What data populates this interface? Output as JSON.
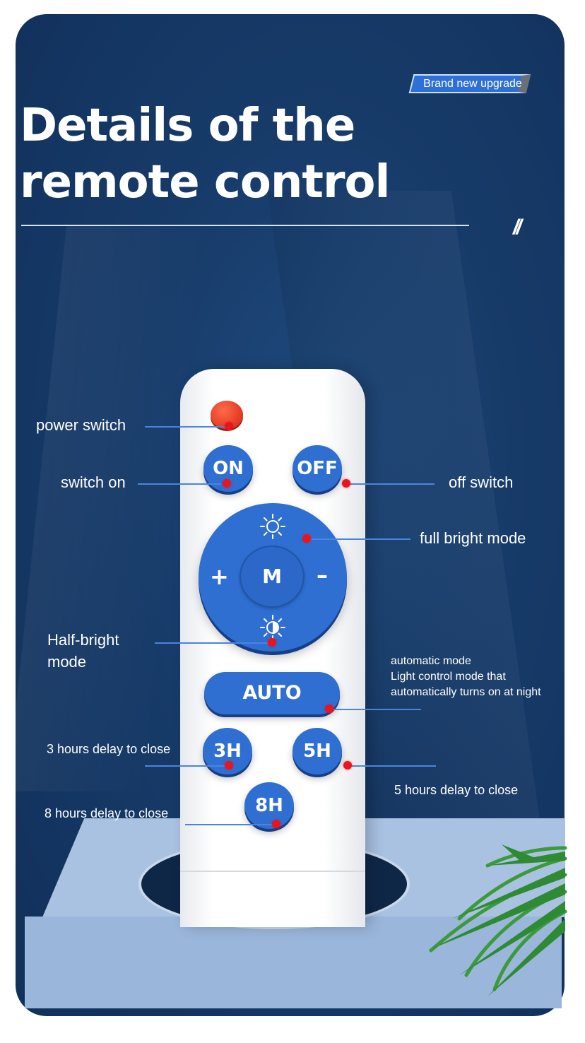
{
  "badge": "Brand new upgrade",
  "title": {
    "line1": "Details of the",
    "line2": "remote control"
  },
  "decoration": "//",
  "remote": {
    "on": "ON",
    "off": "OFF",
    "plus": "+",
    "minus": "–",
    "mode": "M",
    "auto": "AUTO",
    "h3": "3H",
    "h5": "5H",
    "h8": "8H"
  },
  "labels": {
    "power": "power switch",
    "switch_on": "switch on",
    "off_switch": "off switch",
    "full_bright": "full bright mode",
    "half_bright_1": "Half-bright",
    "half_bright_2": "mode",
    "auto_1": "automatic mode",
    "auto_2": "Light control mode that",
    "auto_3": "automatically turns on at night",
    "h3": "3 hours delay to close",
    "h5": "5 hours delay to close",
    "h8": "8 hours delay to close"
  },
  "icons": [
    "sun-full-icon",
    "sun-half-icon"
  ],
  "colors": {
    "background": "#173b69",
    "button": "#2f6fd2",
    "power": "#e23a20",
    "marker": "#e8141e",
    "leader": "#4b84df"
  }
}
